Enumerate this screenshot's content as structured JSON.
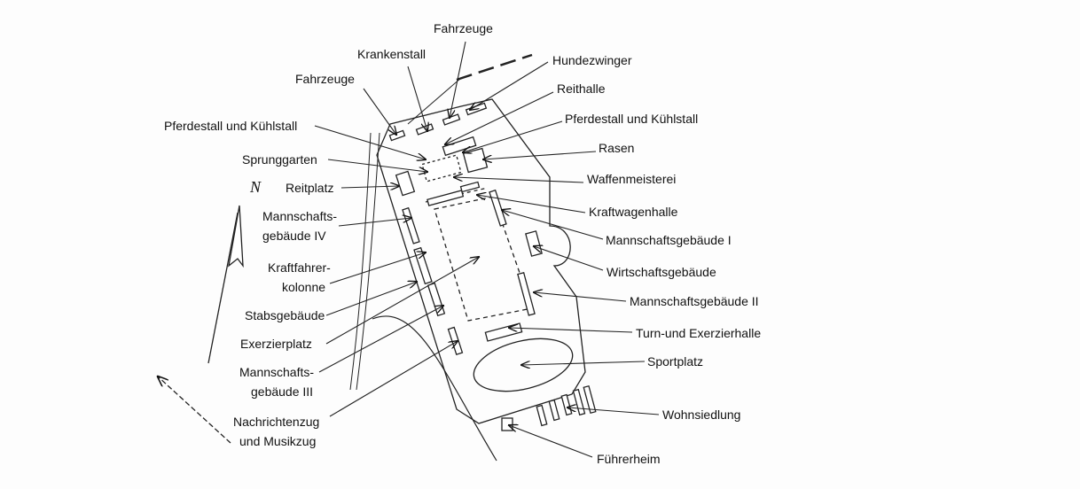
{
  "labels": {
    "fahrzeuge_top": "Fahrzeuge",
    "krankenstall": "Krankenstall",
    "hundezwinger": "Hundezwinger",
    "fahrzeuge_left": "Fahrzeuge",
    "reithalle": "Reithalle",
    "pferdestall_right": "Pferdestall und Kühlstall",
    "pferdestall_left": "Pferdestall und Kühlstall",
    "rasen": "Rasen",
    "sprunggarten": "Sprunggarten",
    "waffenmeisterei": "Waffenmeisterei",
    "reitplatz": "Reitplatz",
    "kraftwagenhalle": "Kraftwagenhalle",
    "mannschaftsgebaeude_iv_1": "Mannschafts-",
    "mannschaftsgebaeude_iv_2": "gebäude IV",
    "mannschaftsgebaeude_i": "Mannschaftsgebäude I",
    "kraftfahrer_1": "Kraftfahrer-",
    "kraftfahrer_2": "kolonne",
    "wirtschaftsgebaeude": "Wirtschaftsgebäude",
    "mannschaftsgebaeude_ii": "Mannschaftsgebäude II",
    "stabsgebaeude": "Stabsgebäude",
    "exerzierplatz": "Exerzierplatz",
    "turnhalle": "Turn-und Exerzierhalle",
    "mannschaftsgebaeude_iii_1": "Mannschafts-",
    "mannschaftsgebaeude_iii_2": "gebäude III",
    "sportplatz": "Sportplatz",
    "nachrichtenzug_1": "Nachrichtenzug",
    "nachrichtenzug_2": "und Musikzug",
    "wohnsiedlung": "Wohnsiedlung",
    "fuehrerheim": "Führerheim",
    "north": "N"
  }
}
